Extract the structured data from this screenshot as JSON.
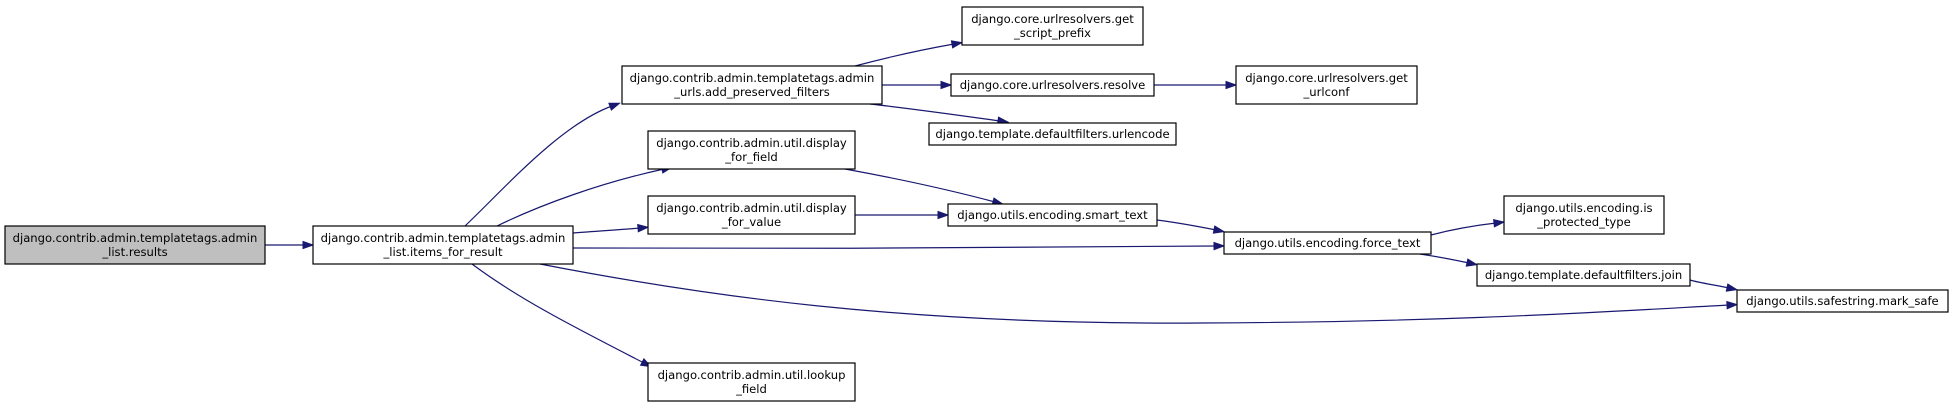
{
  "colors": {
    "edge": "#191970",
    "node_fill": "#ffffff",
    "focus_fill": "#bfbfbf",
    "border": "#000000"
  },
  "nodes": [
    {
      "id": "results",
      "lines": [
        "django.contrib.admin.templatetags.admin",
        "_list.results"
      ],
      "focus": true
    },
    {
      "id": "items_for_result",
      "lines": [
        "django.contrib.admin.templatetags.admin",
        "_list.items_for_result"
      ]
    },
    {
      "id": "add_preserved_filters",
      "lines": [
        "django.contrib.admin.templatetags.admin",
        "_urls.add_preserved_filters"
      ]
    },
    {
      "id": "display_for_field",
      "lines": [
        "django.contrib.admin.util.display",
        "_for_field"
      ]
    },
    {
      "id": "display_for_value",
      "lines": [
        "django.contrib.admin.util.display",
        "_for_value"
      ]
    },
    {
      "id": "lookup_field",
      "lines": [
        "django.contrib.admin.util.lookup",
        "_field"
      ]
    },
    {
      "id": "get_script_prefix",
      "lines": [
        "django.core.urlresolvers.get",
        "_script_prefix"
      ]
    },
    {
      "id": "resolve",
      "lines": [
        "django.core.urlresolvers.resolve"
      ]
    },
    {
      "id": "urlencode",
      "lines": [
        "django.template.defaultfilters.urlencode"
      ]
    },
    {
      "id": "smart_text",
      "lines": [
        "django.utils.encoding.smart_text"
      ]
    },
    {
      "id": "get_urlconf",
      "lines": [
        "django.core.urlresolvers.get",
        "_urlconf"
      ]
    },
    {
      "id": "force_text",
      "lines": [
        "django.utils.encoding.force_text"
      ]
    },
    {
      "id": "is_protected_type",
      "lines": [
        "django.utils.encoding.is",
        "_protected_type"
      ]
    },
    {
      "id": "join",
      "lines": [
        "django.template.defaultfilters.join"
      ]
    },
    {
      "id": "mark_safe",
      "lines": [
        "django.utils.safestring.mark_safe"
      ]
    }
  ],
  "edges": [
    {
      "from": "results",
      "to": "items_for_result"
    },
    {
      "from": "items_for_result",
      "to": "add_preserved_filters"
    },
    {
      "from": "items_for_result",
      "to": "display_for_field"
    },
    {
      "from": "items_for_result",
      "to": "display_for_value"
    },
    {
      "from": "items_for_result",
      "to": "force_text"
    },
    {
      "from": "items_for_result",
      "to": "mark_safe"
    },
    {
      "from": "items_for_result",
      "to": "lookup_field"
    },
    {
      "from": "add_preserved_filters",
      "to": "get_script_prefix"
    },
    {
      "from": "add_preserved_filters",
      "to": "resolve"
    },
    {
      "from": "add_preserved_filters",
      "to": "urlencode"
    },
    {
      "from": "resolve",
      "to": "get_urlconf"
    },
    {
      "from": "display_for_field",
      "to": "smart_text"
    },
    {
      "from": "display_for_value",
      "to": "smart_text"
    },
    {
      "from": "smart_text",
      "to": "force_text"
    },
    {
      "from": "force_text",
      "to": "is_protected_type"
    },
    {
      "from": "force_text",
      "to": "join"
    },
    {
      "from": "join",
      "to": "mark_safe"
    }
  ]
}
